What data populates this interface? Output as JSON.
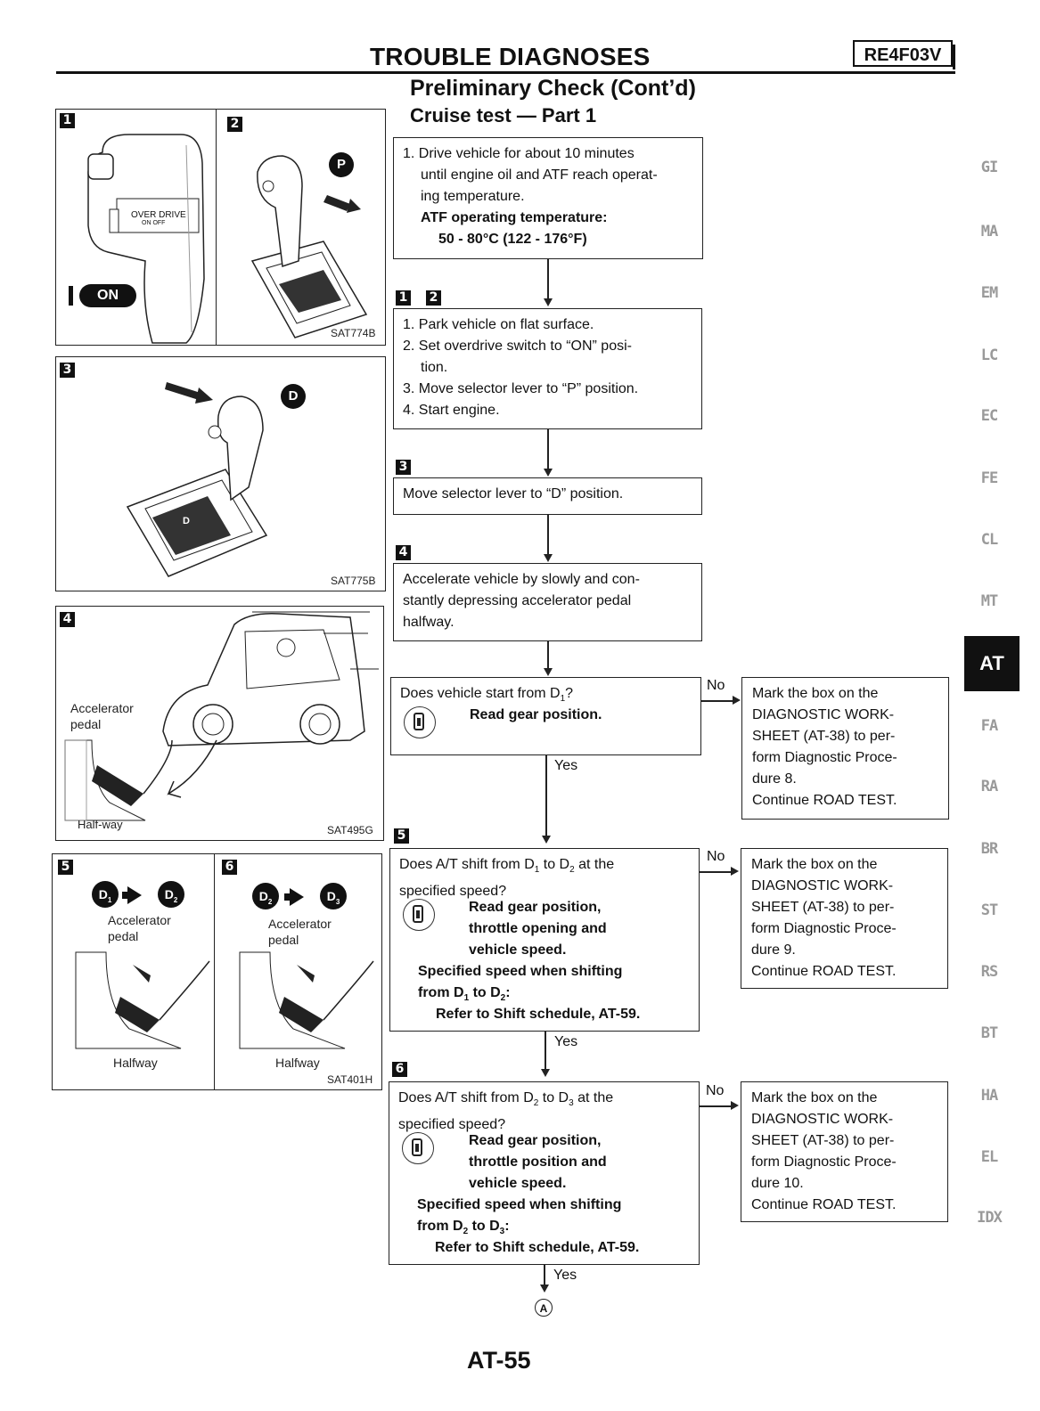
{
  "header": {
    "title": "TROUBLE DIAGNOSES",
    "code": "RE4F03V",
    "subtitle": "Preliminary Check (Cont’d)",
    "section": "Cruise test — Part 1"
  },
  "figures": {
    "fig1": {
      "number": "1",
      "overdrive_label": "OVER DRIVE",
      "overdrive_sub": "ON  OFF",
      "on_label": "ON"
    },
    "fig2": {
      "number": "2",
      "p_label": "P",
      "code": "SAT774B"
    },
    "fig3": {
      "number": "3",
      "d_label": "D",
      "gate_d": "D",
      "code": "SAT775B"
    },
    "fig4": {
      "number": "4",
      "pedal_label_1": "Accelerator",
      "pedal_label_2": "pedal",
      "halfway": "Half-way",
      "code": "SAT495G"
    },
    "fig5": {
      "number": "5",
      "from": "D",
      "from_sub": "1",
      "to": "D",
      "to_sub": "2",
      "pedal_label_1": "Accelerator",
      "pedal_label_2": "pedal",
      "halfway": "Halfway"
    },
    "fig6": {
      "number": "6",
      "from": "D",
      "from_sub": "2",
      "to": "D",
      "to_sub": "3",
      "pedal_label_1": "Accelerator",
      "pedal_label_2": "pedal",
      "halfway": "Halfway",
      "code": "SAT401H"
    }
  },
  "flow": {
    "box1": {
      "line1": "1. Drive vehicle for about 10 minutes",
      "line2": "until engine oil and ATF reach operat-",
      "line3": "ing temperature.",
      "bold1": "ATF operating temperature:",
      "bold2": "50 - 80°C (122 - 176°F)"
    },
    "step12": {
      "n1": "1",
      "n2": "2"
    },
    "box2": {
      "l1": "1. Park vehicle on flat surface.",
      "l2a": "2. Set overdrive switch to “ON” posi-",
      "l2b": "tion.",
      "l3": "3. Move selector lever to “P” position.",
      "l4": "4. Start engine."
    },
    "step3": "3",
    "box3": {
      "text": "Move selector lever to “D” position."
    },
    "step4": "4",
    "box4": {
      "l1": "Accelerate vehicle by slowly and con-",
      "l2": "stantly depressing accelerator pedal",
      "l3": "halfway."
    },
    "q1": {
      "q": "Does vehicle start from D",
      "q_sub": "1",
      "q_end": "?",
      "action": "Read gear position.",
      "no": "No",
      "yes": "Yes",
      "result": [
        "Mark the box on the",
        "DIAGNOSTIC WORK-",
        "SHEET (AT-38) to per-",
        "form Diagnostic Proce-",
        "dure 8.",
        "Continue ROAD TEST."
      ]
    },
    "step5": "5",
    "q2": {
      "q1": "Does A/T shift from D",
      "q1_sub": "1",
      "q1_mid": " to D",
      "q1_sub2": "2",
      "q1_end": " at the",
      "q2": "specified speed?",
      "a1": "Read gear position,",
      "a2": "throttle opening and",
      "a3": "vehicle speed.",
      "s1": "Specified speed when shifting",
      "s2": "from D",
      "s2_sub": "1",
      "s2_mid": " to D",
      "s2_sub2": "2",
      "s2_end": ":",
      "s3": "Refer to Shift schedule, AT-59.",
      "no": "No",
      "yes": "Yes",
      "result": [
        "Mark the box on the",
        "DIAGNOSTIC WORK-",
        "SHEET (AT-38) to per-",
        "form Diagnostic Proce-",
        "dure 9.",
        "Continue ROAD TEST."
      ]
    },
    "step6": "6",
    "q3": {
      "q1": "Does A/T shift from D",
      "q1_sub": "2",
      "q1_mid": " to D",
      "q1_sub2": "3",
      "q1_end": " at the",
      "q2": "specified speed?",
      "a1": "Read gear position,",
      "a2": "throttle position and",
      "a3": "vehicle speed.",
      "s1": "Specified speed when shifting",
      "s2": "from D",
      "s2_sub": "2",
      "s2_mid": " to D",
      "s2_sub2": "3",
      "s2_end": ":",
      "s3": "Refer to Shift schedule, AT-59.",
      "no": "No",
      "yes": "Yes",
      "result": [
        "Mark the box on the",
        "DIAGNOSTIC WORK-",
        "SHEET (AT-38) to per-",
        "form Diagnostic Proce-",
        "dure 10.",
        "Continue ROAD TEST."
      ]
    },
    "connector": "A"
  },
  "tabs": [
    "GI",
    "MA",
    "EM",
    "LC",
    "EC",
    "FE",
    "CL",
    "MT",
    "AT",
    "FA",
    "RA",
    "BR",
    "ST",
    "RS",
    "BT",
    "HA",
    "EL",
    "IDX"
  ],
  "active_tab": "AT",
  "footer": {
    "page": "AT-55"
  }
}
